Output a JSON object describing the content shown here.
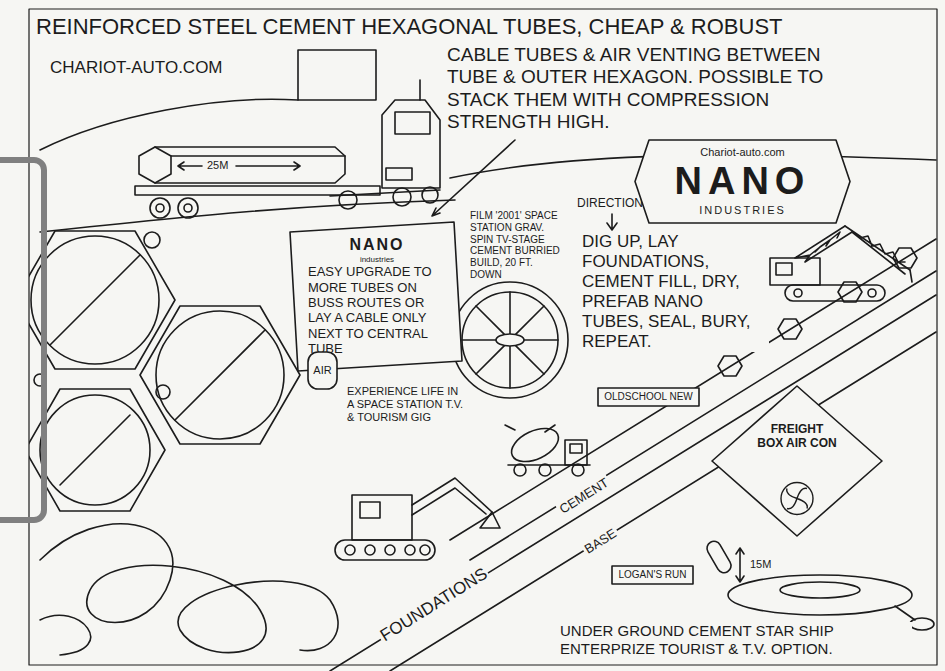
{
  "diagram": {
    "title": "REINFORCED STEEL CEMENT HEXAGONAL TUBES, CHEAP & ROBUST",
    "nodes": [
      {
        "text": [
          "Chariot-auto.com",
          "NANO",
          "INDUSTRIES"
        ]
      },
      {
        "text": [
          "NANO",
          "industries",
          "EASY UPGRADE TO MORE TUBES ON BUSS ROUTES OR LAY A CABLE ONLY NEXT TO CENTRAL TUBE"
        ]
      },
      {
        "text": [
          "AIR"
        ]
      },
      {
        "text": [
          "OLDSCHOOL NEW"
        ]
      },
      {
        "text": [
          "FREIGHT BOX AIR CON"
        ]
      },
      {
        "text": [
          "LOGAN'S RUN"
        ]
      }
    ],
    "labels": [
      "CABLE TUBES & AIR VENTING BETWEEN TUBE & OUTER HEXAGON. POSSIBLE TO STACK THEM WITH COMPRESSION STRENGTH HIGH.",
      "CHARIOT-AUTO.COM",
      "25M",
      "FILM '2001' SPACE STATION GRAV. SPIN TV-STAGE CEMENT BURRIED BUILD, 20 FT. DOWN",
      "DIRECTIONS",
      "DIG UP, LAY FOUNDATIONS, CEMENT FILL, DRY, PREFAB NANO TUBES, SEAL, BURY, REPEAT.",
      "EXPERIENCE LIFE IN A SPACE STATION T.V. & TOURISM GIG",
      "CEMENT",
      "BASE",
      "FOUNDATIONS",
      "15M",
      "UNDER GROUND CEMENT STAR SHIP ENTERPRIZE TOURIST & T.V. OPTION."
    ]
  }
}
